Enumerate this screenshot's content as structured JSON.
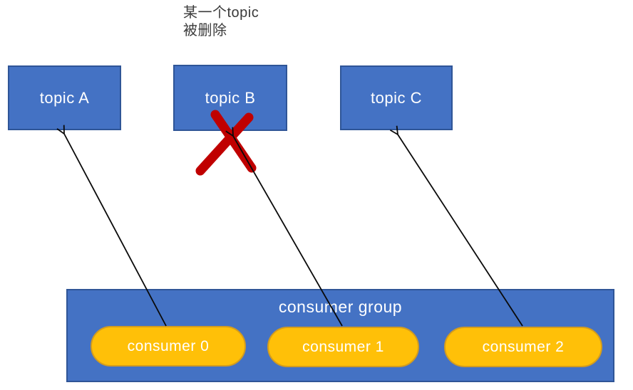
{
  "annotation": {
    "line1": "某一个topic",
    "line2": "被删除"
  },
  "topics": [
    {
      "label": "topic A",
      "crossed_out": false
    },
    {
      "label": "topic B",
      "crossed_out": true
    },
    {
      "label": "topic C",
      "crossed_out": false
    }
  ],
  "consumer_group": {
    "label": "consumer group",
    "consumers": [
      {
        "label": "consumer 0"
      },
      {
        "label": "consumer 1"
      },
      {
        "label": "consumer 2"
      }
    ]
  },
  "colors": {
    "background": "#FFFFFF",
    "box_fill": "#4472C4",
    "box_border": "#2F5597",
    "pill_fill": "#FFC008",
    "pill_border": "#D39C1E",
    "cross": "#C00000",
    "arrow": "#0A0A0A",
    "shape_text": "#FFFFFF",
    "annotation_text": "#3A3A3A"
  }
}
